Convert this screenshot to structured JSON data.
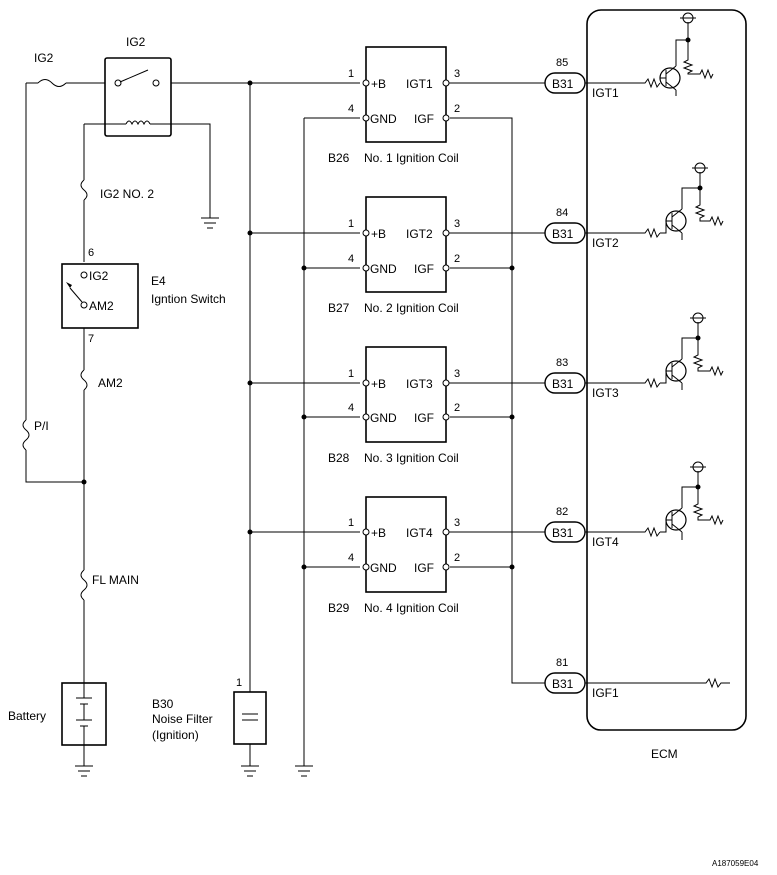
{
  "labels": {
    "ig2_fuse": "IG2",
    "ig2_relay": "IG2",
    "ig2_no2": "IG2 NO. 2",
    "pi": "P/I",
    "am2": "AM2",
    "fl_main": "FL MAIN",
    "battery": "Battery",
    "ecm": "ECM",
    "footer": "A187059E04"
  },
  "ignition_switch": {
    "code": "E4",
    "name": "Igntion Switch",
    "term_ig2": "IG2",
    "term_am2": "AM2",
    "pin_ig2": "6",
    "pin_am2": "7"
  },
  "noise_filter": {
    "code": "B30",
    "line1": "Noise Filter",
    "line2": "(Ignition)",
    "pin": "1"
  },
  "connector": "B31",
  "coils": [
    {
      "code": "B26",
      "name": "No. 1 Ignition Coil",
      "b": "+B",
      "gnd": "GND",
      "igt": "IGT1",
      "igf": "IGF",
      "pin_b": "1",
      "pin_igt": "3",
      "pin_gnd": "4",
      "pin_igf": "2",
      "ecm_pin": "85",
      "ecm_label": "IGT1"
    },
    {
      "code": "B27",
      "name": "No. 2 Ignition Coil",
      "b": "+B",
      "gnd": "GND",
      "igt": "IGT2",
      "igf": "IGF",
      "pin_b": "1",
      "pin_igt": "3",
      "pin_gnd": "4",
      "pin_igf": "2",
      "ecm_pin": "84",
      "ecm_label": "IGT2"
    },
    {
      "code": "B28",
      "name": "No. 3 Ignition Coil",
      "b": "+B",
      "gnd": "GND",
      "igt": "IGT3",
      "igf": "IGF",
      "pin_b": "1",
      "pin_igt": "3",
      "pin_gnd": "4",
      "pin_igf": "2",
      "ecm_pin": "83",
      "ecm_label": "IGT3"
    },
    {
      "code": "B29",
      "name": "No. 4 Ignition Coil",
      "b": "+B",
      "gnd": "GND",
      "igt": "IGT4",
      "igf": "IGF",
      "pin_b": "1",
      "pin_igt": "3",
      "pin_gnd": "4",
      "pin_igf": "2",
      "ecm_pin": "82",
      "ecm_label": "IGT4"
    }
  ],
  "igf_line": {
    "ecm_pin": "81",
    "ecm_label": "IGF1"
  }
}
